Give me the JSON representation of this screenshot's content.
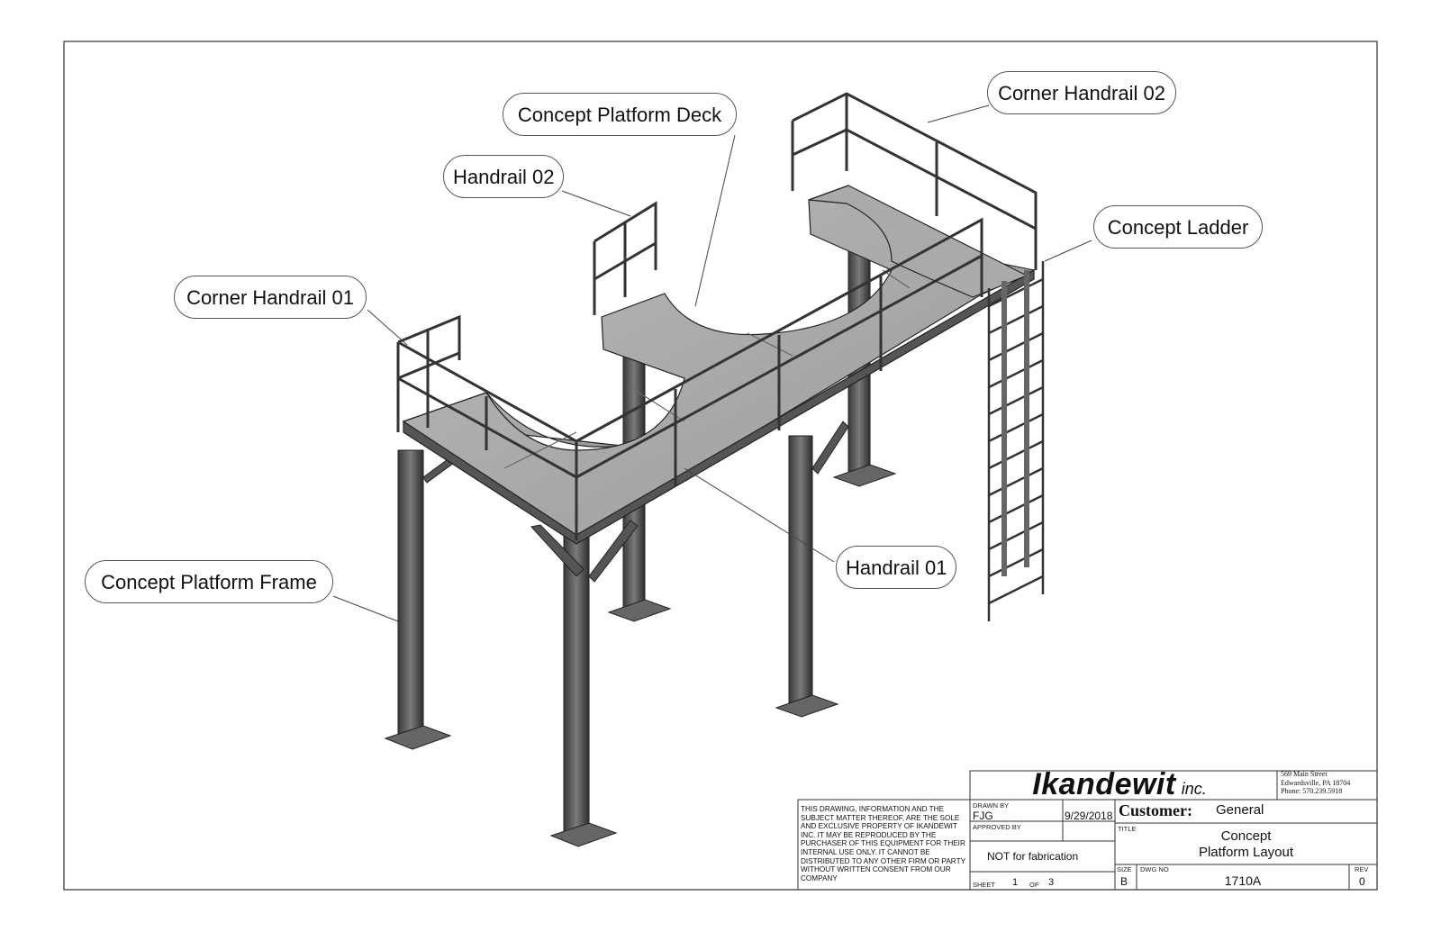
{
  "callouts": {
    "corner_handrail_02": "Corner Handrail 02",
    "concept_platform_deck": "Concept Platform Deck",
    "handrail_02": "Handrail 02",
    "concept_ladder": "Concept Ladder",
    "corner_handrail_01": "Corner Handrail 01",
    "handrail_01": "Handrail 01",
    "concept_platform_frame": "Concept Platform Frame"
  },
  "title_block": {
    "company_name": "Ikandewit",
    "company_suffix": "inc.",
    "address_line1": "569 Main Street",
    "address_line2": "Edwardsville, PA 18704",
    "address_line3": "Phone: 570.239.5918",
    "disclaimer": "THIS DRAWING, INFORMATION AND THE SUBJECT MATTER THEREOF, ARE THE SOLE AND EXCLUSIVE PROPERTY OF IKANDEWIT INC. IT MAY BE REPRODUCED BY THE PURCHASER OF THIS EQUIPMENT FOR THEIR INTERNAL USE ONLY. IT CANNOT BE DISTRIBUTED TO ANY OTHER FIRM OR PARTY WITHOUT WRITTEN CONSENT FROM OUR COMPANY",
    "drawn_by_label": "DRAWN BY",
    "drawn_by": "FJG",
    "date": "9/29/2018",
    "approved_by_label": "APPROVED BY",
    "note": "NOT for fabrication",
    "sheet_label": "SHEET",
    "sheet": "1",
    "of_label": "OF",
    "sheet_total": "3",
    "customer_label": "Customer:",
    "customer": "General",
    "title_label": "TITLE",
    "title_line1": "Concept",
    "title_line2": "Platform Layout",
    "size_label": "SIZE",
    "size": "B",
    "dwg_no_label": "DWG NO",
    "dwg_no": "1710A",
    "rev_label": "REV",
    "rev": "0"
  }
}
